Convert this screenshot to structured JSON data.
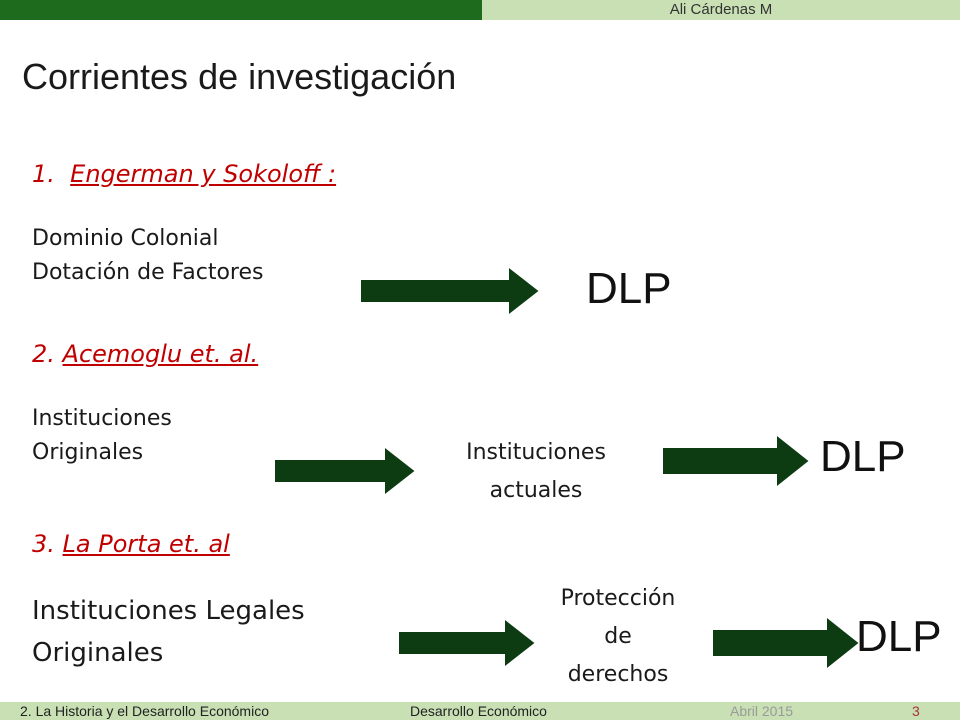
{
  "header": {
    "author": "Ali Cárdenas M"
  },
  "slide": {
    "title": "Corrientes de investigación"
  },
  "section1": {
    "number": "1.",
    "heading": "Engerman y Sokoloff :",
    "lines": [
      "Dominio Colonial",
      "Dotación de Factores"
    ],
    "result": "DLP"
  },
  "section2": {
    "number": "2.",
    "heading": "Acemoglu et. al.",
    "lines": [
      "Instituciones",
      "Originales"
    ],
    "middle": [
      "Instituciones",
      "actuales"
    ],
    "result": "DLP"
  },
  "section3": {
    "number": "3.",
    "heading": "La Porta et. al",
    "lines": [
      "Instituciones Legales",
      "Originales"
    ],
    "middle": [
      "Protección",
      "de",
      "derechos"
    ],
    "result": "DLP"
  },
  "footer": {
    "left": "2. La Historia  y el Desarrollo Económico",
    "center": "Desarrollo Económico",
    "date": "Abril 2015",
    "page": "3"
  },
  "colors": {
    "dark_green": "#1e6b1e",
    "light_green": "#c8e0b4",
    "arrow": "#0d3b12",
    "heading_red": "#c00000"
  }
}
